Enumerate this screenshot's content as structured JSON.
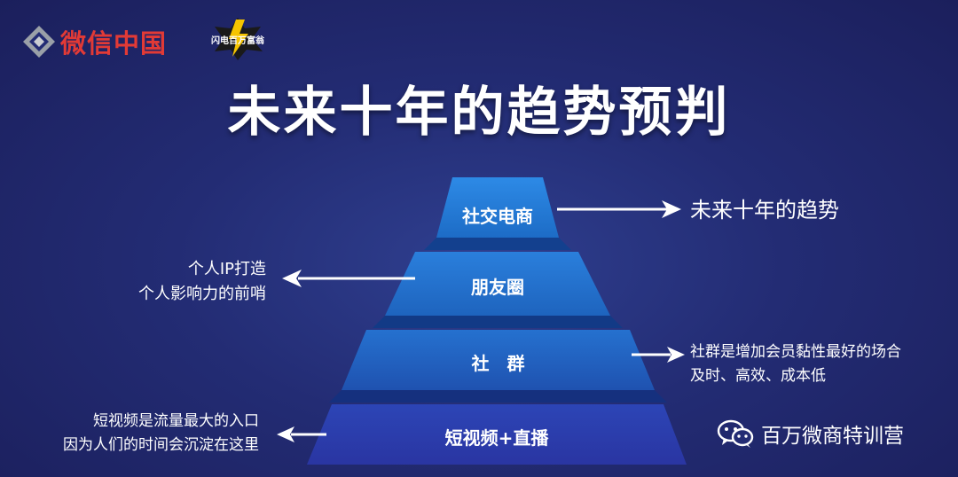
{
  "header": {
    "brand_text": "微信中国",
    "badge_text": "闪电百万富翁",
    "title": "未来十年的趋势预判"
  },
  "pyramid": {
    "tiers": [
      {
        "label": "社交电商"
      },
      {
        "label": "朋友圈"
      },
      {
        "label": "社　群"
      },
      {
        "label": "短视频+直播"
      }
    ]
  },
  "annotations": {
    "social_ecommerce": "未来十年的趋势",
    "moments_line1": "个人IP打造",
    "moments_line2": "个人影响力的前哨",
    "community_line1": "社群是增加会员黏性最好的场合",
    "community_line2": "及时、高效、成本低",
    "video_line1": "短视频是流量最大的入口",
    "video_line2": "因为人们的时间会沉淀在这里"
  },
  "footer": {
    "wechat_account": "百万微商特训营"
  },
  "colors": {
    "background": "#232c74",
    "tier_top": "#1f77d4",
    "tier_bottom": "#2a35a8",
    "brand_red": "#e23a36"
  }
}
